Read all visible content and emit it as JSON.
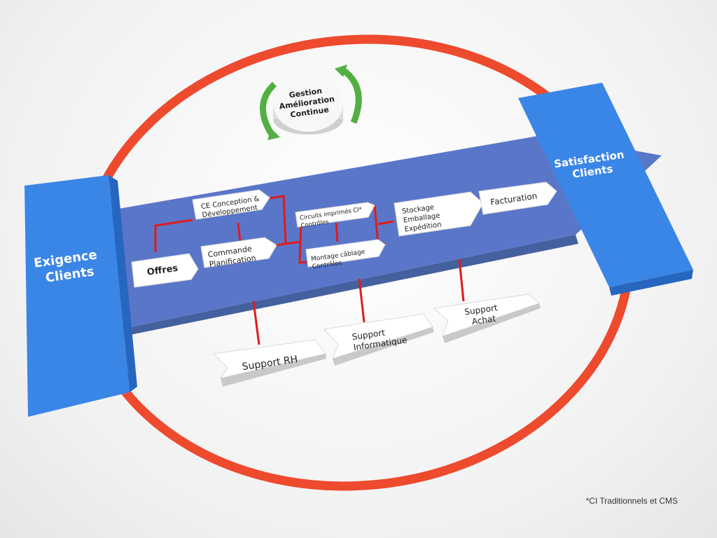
{
  "center": {
    "line1": "Gestion",
    "line2": "Amélioration",
    "line3": "Continue"
  },
  "left_block": {
    "line1": "Exigence",
    "line2": "Clients"
  },
  "right_block": {
    "line1": "Satisfaction",
    "line2": "Clients"
  },
  "processes": {
    "offres": "Offres",
    "conception": {
      "line1": "CE Conception &",
      "line2": "Développement"
    },
    "commande": {
      "line1": "Commande",
      "line2": "Planification"
    },
    "circuits": {
      "line1": "Circuits imprimés CI*",
      "line2": "Contrôles"
    },
    "montage": {
      "line1": "Montage câblage",
      "line2": "Contrôles"
    },
    "stockage": {
      "line1": "Stockage",
      "line2": "Emballage",
      "line3": "Expédition"
    },
    "facturation": "Facturation"
  },
  "support": {
    "rh": "Support RH",
    "informatique": {
      "line1": "Support",
      "line2": "Informatique"
    },
    "achat": {
      "line1": "Support",
      "line2": "Achat"
    }
  },
  "footnote": "*CI Traditionnels et CMS",
  "colors": {
    "ring": "#ee4a2e",
    "band": "#5a76c9",
    "blocks": "#3a86e6",
    "connectors": "#e01b1b",
    "cycle_arrows": "#52b043"
  }
}
